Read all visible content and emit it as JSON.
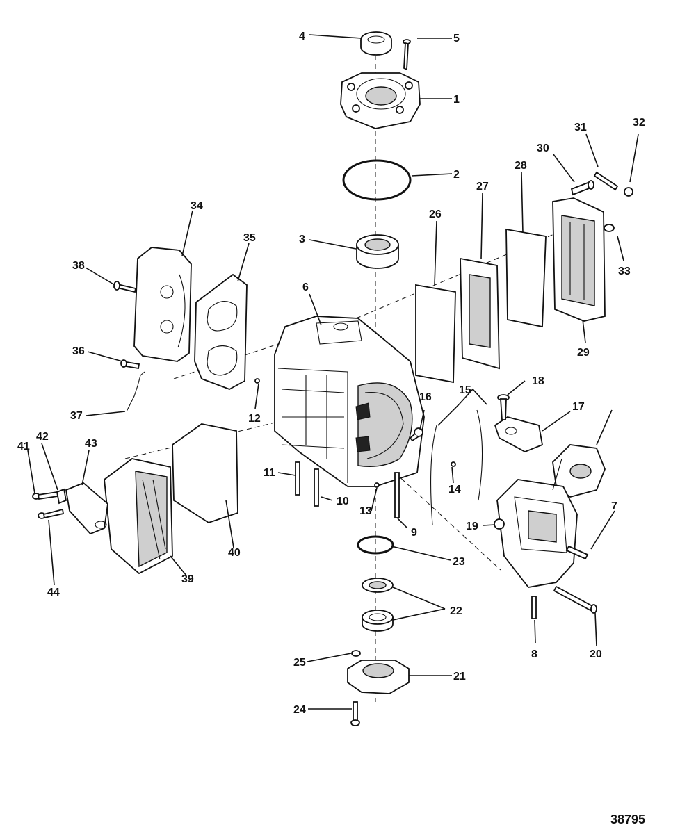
{
  "figure_number": "38795",
  "callouts": [
    "1",
    "2",
    "3",
    "4",
    "5",
    "6",
    "7",
    "8",
    "9",
    "10",
    "11",
    "12",
    "13",
    "14",
    "15",
    "16",
    "17",
    "18",
    "19",
    "20",
    "21",
    "22",
    "23",
    "24",
    "25",
    "26",
    "27",
    "28",
    "29",
    "30",
    "31",
    "32",
    "33",
    "34",
    "35",
    "36",
    "37",
    "38",
    "39",
    "40",
    "41",
    "42",
    "43",
    "44"
  ]
}
